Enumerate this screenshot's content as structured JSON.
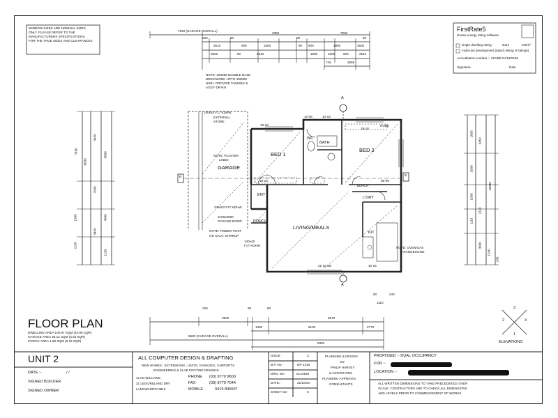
{
  "window_note": [
    "WINDOW SIZES ARE NOMINAL SIZES",
    "ONLY. PLEASE REFER TO THE",
    "MANUFACTURERS SPECIFICATIONS",
    "FOR THE TRUE SIZES AND CLEARANCES"
  ],
  "top_dims": {
    "overall": "7920 (GARAGE OVERALL)",
    "row1": [
      "230",
      "90",
      "3350",
      "90",
      "7060",
      "90"
    ],
    "row1b": [
      "2510",
      "900",
      "1800",
      "90",
      "900",
      "1800",
      "3600"
    ],
    "row2": [
      "3500",
      "90",
      "3640",
      "1800",
      "1000",
      "900",
      "2510"
    ],
    "row3": [
      "745",
      "2655"
    ]
  },
  "notes": {
    "double_base": [
      "NOTE: 200MM DOUBLE BASE",
      "BRICKWORK UPTO 400MM",
      "HIGH. PROVIDE TANKING &",
      "AGGY DRAIN"
    ],
    "external_store": [
      "140x45 F17 KDHW",
      "EXTERNAL",
      "STORE"
    ],
    "plaster": [
      "NOTE: PLASTER",
      "LINED"
    ],
    "garage_door": [
      "245x63 F17 KDHW",
      "2100x3000",
      "GARAGE DOOR"
    ],
    "timber_post": [
      "NOTE: TIMBER POST",
      "ON GALV. STIRRUP"
    ],
    "porch_beam": [
      "140x45",
      "F17 KDHW"
    ],
    "ovens": [
      "NOTE: OVEN/GAS",
      "& RANGEHOOD"
    ]
  },
  "rooms": {
    "bed1": "BED 1",
    "bath": "BATH",
    "wc": "WC",
    "bed2": "BED 2",
    "robe": "ROBE",
    "garage": "GARAGE",
    "ent": "ENT",
    "porch": "PORCH",
    "living": "LIVING/MEALS",
    "ldry": "L'DRY",
    "kit": "KIT",
    "bench": "BENCH"
  },
  "window_codes": [
    "10-06",
    "10-15",
    "18-18",
    "18-18",
    "18-18",
    "06-06",
    "21-18 SD",
    "10-15"
  ],
  "section_marks": {
    "a": "A",
    "b": "B"
  },
  "left_dims": [
    "7460",
    "6000",
    "3450",
    "2000",
    "1300",
    "2150",
    "3450",
    "4990",
    "3680",
    "1200"
  ],
  "right_dims": [
    "1800",
    "3450",
    "2000",
    "1000",
    "1110",
    "2110",
    "3680",
    "10080",
    "1200",
    "240"
  ],
  "bottom_dims": {
    "row1": [
      "230",
      "3500",
      "90",
      "90",
      "6670",
      "90",
      "240"
    ],
    "row2": [
      "1300",
      "8100",
      "2770",
      "1110"
    ],
    "row3": "9600 (GARAGE OVERALL)",
    "row4": "9350"
  },
  "firstrate": {
    "title": "FirstRate5",
    "subtitle": "House energy rating software",
    "line1_label": "single dwelling rating",
    "line1_stars": "stars",
    "line1_unit": "MJ/m²",
    "line2_label": "multi-unit development (attach listing of ratings)",
    "line3_label": "Accreditation number :- VIC/BDAV/10/0106",
    "sign_label": "Signature",
    "date_label": "Date"
  },
  "plan_title": "FLOOR PLAN",
  "areas": [
    "DWELLING AREA 100.97 SQM (10.86 SQR)",
    "GARAGE AREA 28.12 SQM (3.03 SQR)",
    "PORCH AREA 1.69 SQM (0.18 SQR)"
  ],
  "elevations": {
    "label": "ELEVATIONS",
    "nums": [
      "1",
      "2",
      "3",
      "4"
    ]
  },
  "title_block": {
    "unit": "UNIT 2",
    "date_label": "DATE :-",
    "date_value": "/   /",
    "signed_builder": "SIGNED BUILDER",
    "signed_owner": "SIGNED OWNER",
    "company": "ALL COMPUTER DESIGN & DRAFTING",
    "services1": "NEW HOMES , EXTENSIONS , UNITS, GARAGES, CARPORTS",
    "services2": "ENGINEERING & SLAB FOOTING DESIGNS",
    "contact_name": "ALAN WILLIAMS",
    "address1": "31 LEISURELAND DRV",
    "address2": "LANGWARRIN 3910",
    "phone_label": "PHONE",
    "phone": "(03) 9770 9600",
    "fax_label": "FAX",
    "fax": "(03) 9770 7044",
    "mobile_label": "MOBILE",
    "mobile": "0419 895507",
    "issue_label": "ISSUE",
    "issue": "C",
    "bp_label": "B.P. No:-",
    "bp": "DP-1316",
    "drg_label": "DRG. No:-",
    "drg": "AC10160",
    "date2_label": "DATE:-",
    "date2": "21/10/10",
    "sheet_label": "SHEET No:-",
    "sheet": "6",
    "planning1": "PLANNING & DESIGN",
    "planning2": "BY",
    "planning3": "PHILIP HARVEY",
    "planning4": "& ASSOCIATES",
    "planning5": "PLANNING APPROVAL",
    "planning6": "CONSULTANTS",
    "proposed": "PROPOSED :- DUAL OCCUPANCY",
    "for_label": "FOR :-",
    "location_label": "LOCATION :-",
    "disclaimer1": "ALL WRITTEN DIMENSIONS TO TAKE PRECEDENCE OVER",
    "disclaimer2": "SCALE. CONTRACTORS ARE TO CHECK ALL DIMENSIONS",
    "disclaimer3": "AND LEVELS PRIOR TO COMMENCEMENT OF WORKS"
  }
}
